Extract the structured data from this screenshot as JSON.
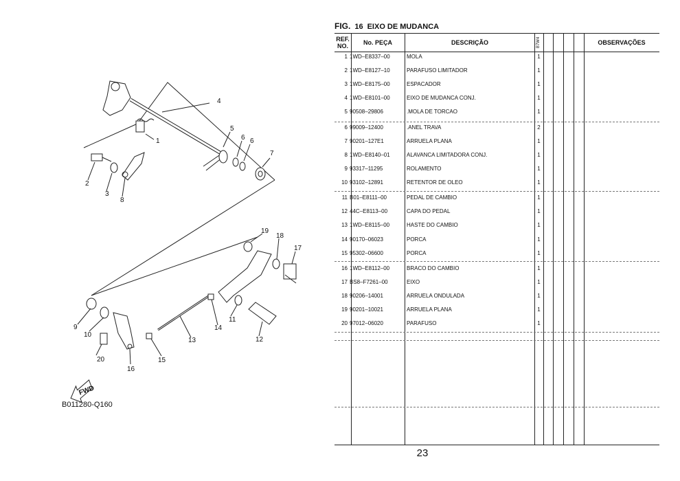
{
  "figure": {
    "label": "FIG.",
    "number": "16",
    "title": "EIXO DE MUDANCA"
  },
  "table_header": {
    "ref_line1": "REF.",
    "ref_line2": "NO.",
    "part_no": "No. PEÇA",
    "description": "DESCRIÇÃO",
    "model": "B7W4",
    "remarks": "OBSERVAÇÕES"
  },
  "parts": [
    {
      "ref": "1",
      "part_no": "1WD–E8337–00",
      "description": "MOLA",
      "qty": "1"
    },
    {
      "ref": "2",
      "part_no": "1WD–E8127–10",
      "description": "PARAFUSO LIMITADOR",
      "qty": "1"
    },
    {
      "ref": "3",
      "part_no": "1WD–E8175–00",
      "description": "ESPACADOR",
      "qty": "1"
    },
    {
      "ref": "4",
      "part_no": "1WD–E8101–00",
      "description": "EIXO DE MUDANCA CONJ.",
      "qty": "1"
    },
    {
      "ref": "5",
      "part_no": "90508–29806",
      "description": ".MOLA DE TORCAO",
      "qty": "1"
    },
    {
      "ref": "6",
      "part_no": "99009–12400",
      "description": ".ANEL TRAVA",
      "qty": "2"
    },
    {
      "ref": "7",
      "part_no": "90201–127E1",
      "description": "ARRUELA PLANA",
      "qty": "1"
    },
    {
      "ref": "8",
      "part_no": "1WD–E8140–01",
      "description": "ALAVANCA LIMITADORA CONJ.",
      "qty": "1"
    },
    {
      "ref": "9",
      "part_no": "93317–11295",
      "description": "ROLAMENTO",
      "qty": "1"
    },
    {
      "ref": "10",
      "part_no": "93102–12891",
      "description": "RETENTOR DE OLEO",
      "qty": "1"
    },
    {
      "ref": "11",
      "part_no": "B01–E8111–00",
      "description": "PEDAL DE CAMBIO",
      "qty": "1"
    },
    {
      "ref": "12",
      "part_no": "44C–E8113–00",
      "description": "CAPA DO PEDAL",
      "qty": "1"
    },
    {
      "ref": "13",
      "part_no": "1WD–E8115–00",
      "description": "HASTE DO CAMBIO",
      "qty": "1"
    },
    {
      "ref": "14",
      "part_no": "90170–06023",
      "description": "PORCA",
      "qty": "1"
    },
    {
      "ref": "15",
      "part_no": "95302–06600",
      "description": "PORCA",
      "qty": "1"
    },
    {
      "ref": "16",
      "part_no": "1WD–E8112–00",
      "description": "BRACO DO CAMBIO",
      "qty": "1"
    },
    {
      "ref": "17",
      "part_no": "BS8–F7261–00",
      "description": "EIXO",
      "qty": "1"
    },
    {
      "ref": "18",
      "part_no": "90206–14001",
      "description": "ARRUELA ONDULADA",
      "qty": "1"
    },
    {
      "ref": "19",
      "part_no": "90201–10021",
      "description": "ARRUELA PLANA",
      "qty": "1"
    },
    {
      "ref": "20",
      "part_no": "97012–06020",
      "description": "PARAFUSO",
      "qty": "1"
    }
  ],
  "diagram": {
    "callouts": [
      "1",
      "2",
      "3",
      "4",
      "5",
      "6",
      "6",
      "7",
      "8",
      "9",
      "10",
      "11",
      "12",
      "13",
      "14",
      "15",
      "16",
      "17",
      "18",
      "19",
      "20"
    ],
    "fwd_label": "FWD",
    "drawing_code": "B011280-Q160"
  },
  "page_number": "23"
}
